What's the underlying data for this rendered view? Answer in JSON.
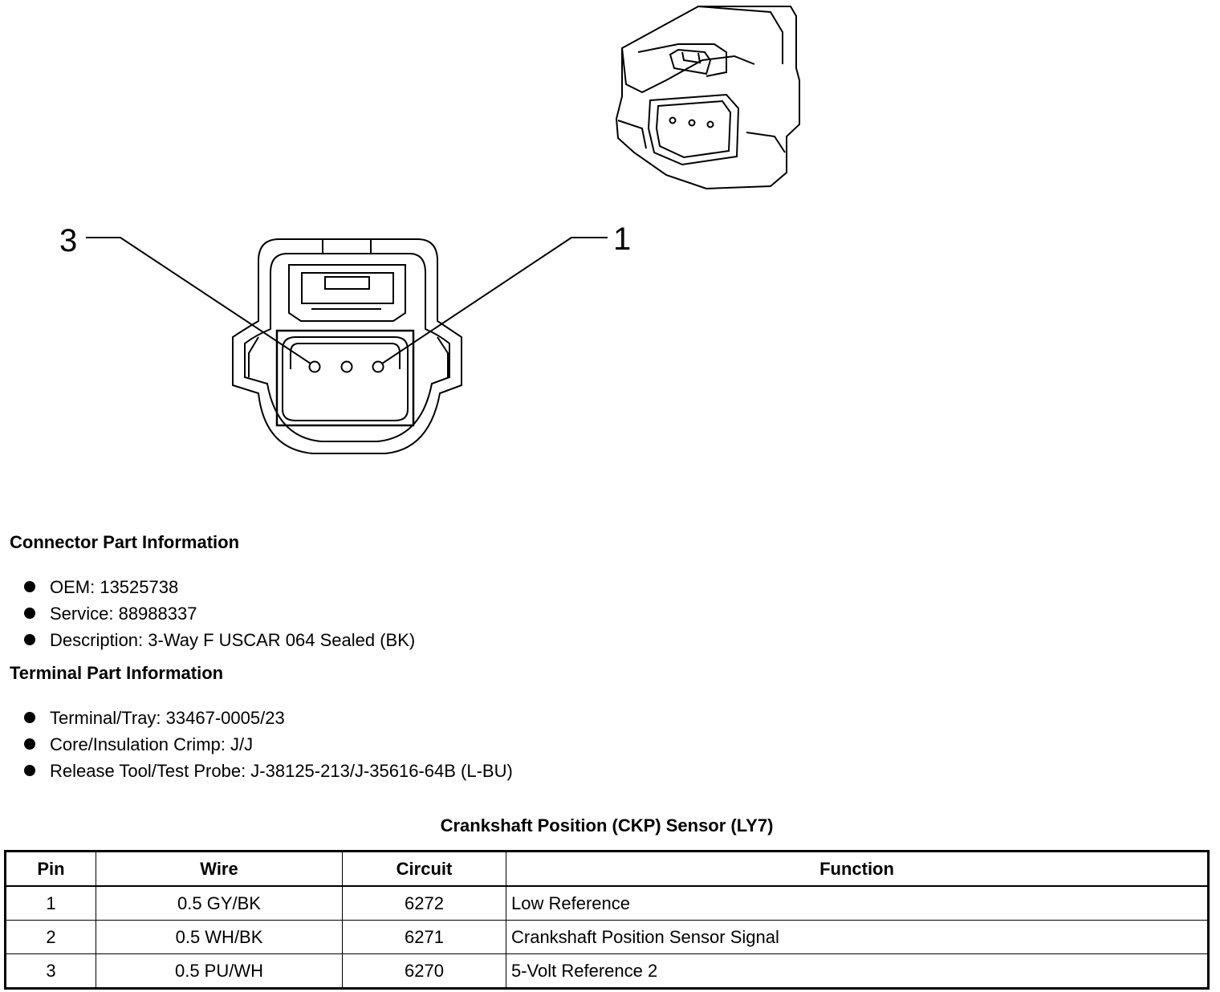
{
  "callouts": {
    "left": "3",
    "right": "1"
  },
  "connector_section": {
    "heading": "Connector Part Information",
    "items": [
      "OEM: 13525738",
      "Service: 88988337",
      "Description: 3-Way F USCAR 064 Sealed (BK)"
    ]
  },
  "terminal_section": {
    "heading": "Terminal Part Information",
    "items": [
      "Terminal/Tray: 33467-0005/23",
      "Core/Insulation Crimp: J/J",
      "Release Tool/Test Probe: J-38125-213/J-35616-64B (L-BU)"
    ]
  },
  "table": {
    "title": "Crankshaft Position (CKP) Sensor (LY7)",
    "headers": [
      "Pin",
      "Wire",
      "Circuit",
      "Function"
    ],
    "rows": [
      [
        "1",
        "0.5 GY/BK",
        "6272",
        "Low Reference"
      ],
      [
        "2",
        "0.5 WH/BK",
        "6271",
        "Crankshaft Position Sensor Signal"
      ],
      [
        "3",
        "0.5 PU/WH",
        "6270",
        "5-Volt Reference 2"
      ]
    ]
  }
}
